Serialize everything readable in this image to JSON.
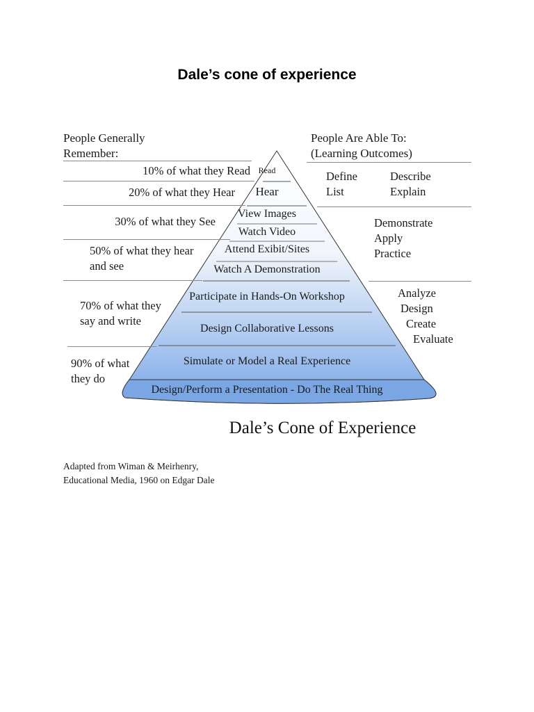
{
  "document": {
    "title": "Dale’s cone of experience"
  },
  "diagram": {
    "left_header": [
      "People Generally",
      "Remember:"
    ],
    "right_header": [
      "People Are Able To:",
      "(Learning Outcomes)"
    ],
    "remember": [
      {
        "pct": "10%",
        "text": "10% of what they Read"
      },
      {
        "pct": "20%",
        "text": "20% of what they Hear"
      },
      {
        "pct": "30%",
        "text": "30% of what they See"
      },
      {
        "pct": "50%",
        "lines": [
          "50% of what they hear",
          "and see"
        ]
      },
      {
        "pct": "70%",
        "lines": [
          "70% of what they",
          "say and write"
        ]
      },
      {
        "pct": "90%",
        "lines": [
          "90% of what",
          "they do"
        ]
      }
    ],
    "cone_levels": [
      "Read",
      "Hear",
      "View Images",
      "Watch Video",
      "Attend Exibit/Sites",
      "Watch A Demonstration",
      "Participate in Hands-On Workshop",
      "Design Collaborative Lessons",
      "Simulate or Model a Real Experience",
      "Design/Perform a Presentation - Do The Real Thing"
    ],
    "outcomes": {
      "group1": {
        "col1": [
          "Define",
          "List"
        ],
        "col2": [
          "Describe",
          "Explain"
        ]
      },
      "group2": [
        "Demonstrate",
        "Apply",
        "Practice"
      ],
      "group3": [
        "Analyze",
        "Design",
        "Create",
        "Evaluate"
      ]
    },
    "caption": "Dale’s Cone of Experience",
    "colors": {
      "cone_top": "#ffffff",
      "cone_mid": "#d7e4f6",
      "cone_bottom": "#6f9ee0",
      "outline": "#333333",
      "rule": "#8a8a8a"
    }
  },
  "credit": {
    "line1": "Adapted from Wiman & Meirhenry,",
    "line2": "Educational Media, 1960 on Edgar Dale"
  }
}
